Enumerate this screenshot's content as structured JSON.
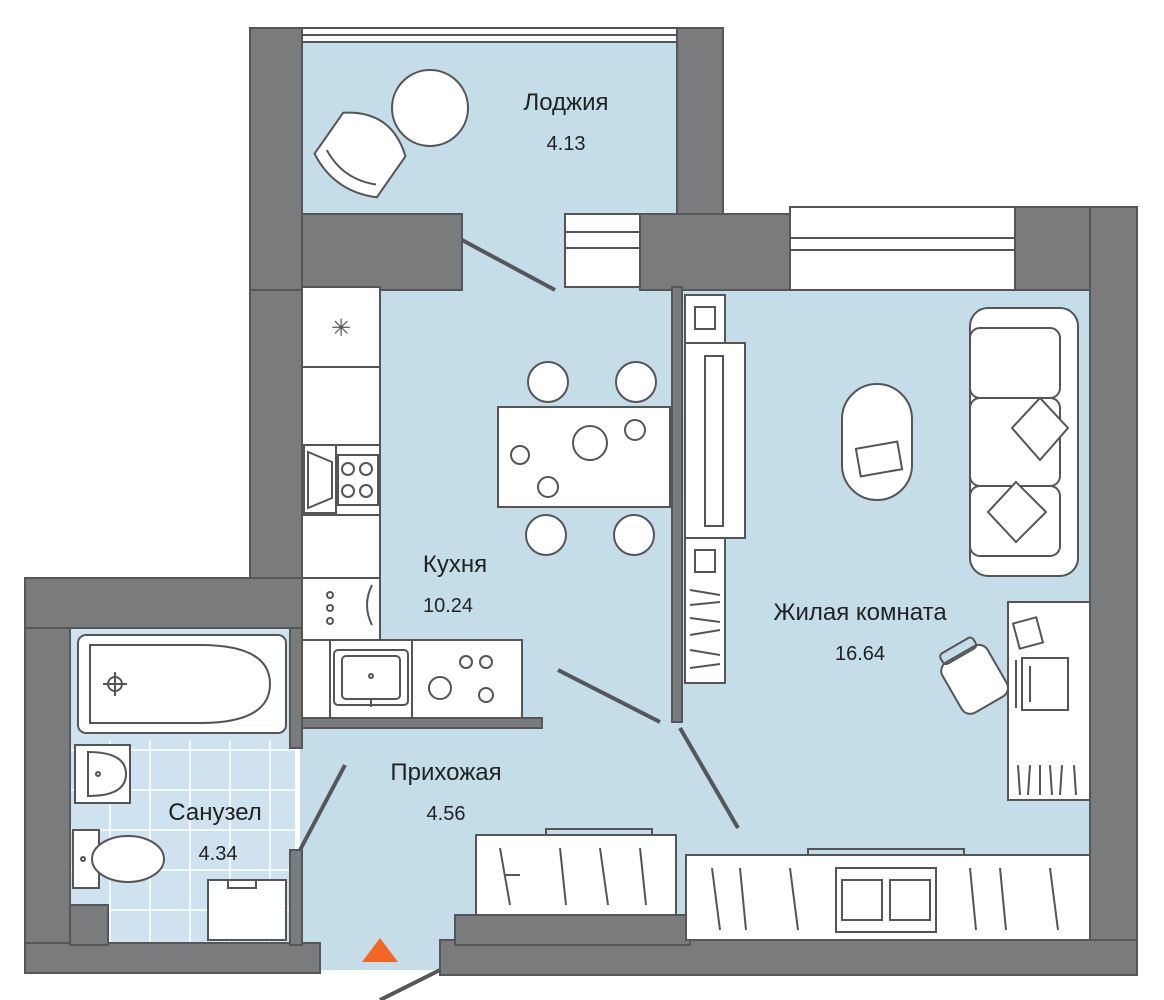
{
  "colors": {
    "wall": "#7a7b7d",
    "wall_stroke": "#555658",
    "floor": "#c5dce9",
    "bath_tile": "#cfe2ef",
    "entry_marker": "#f26522",
    "furniture": "#ffffff",
    "furniture_stroke": "#555555"
  },
  "rooms": [
    {
      "id": "loggia",
      "name": "Лоджия",
      "area": "4.13"
    },
    {
      "id": "kitchen",
      "name": "Кухня",
      "area": "10.24"
    },
    {
      "id": "living",
      "name": "Жилая комната",
      "area": "16.64"
    },
    {
      "id": "hallway",
      "name": "Прихожая",
      "area": "4.56"
    },
    {
      "id": "bathroom",
      "name": "Санузел",
      "area": "4.34"
    }
  ],
  "icons": {
    "entry": "entrance-triangle-icon",
    "fridge": "snowflake-icon"
  }
}
